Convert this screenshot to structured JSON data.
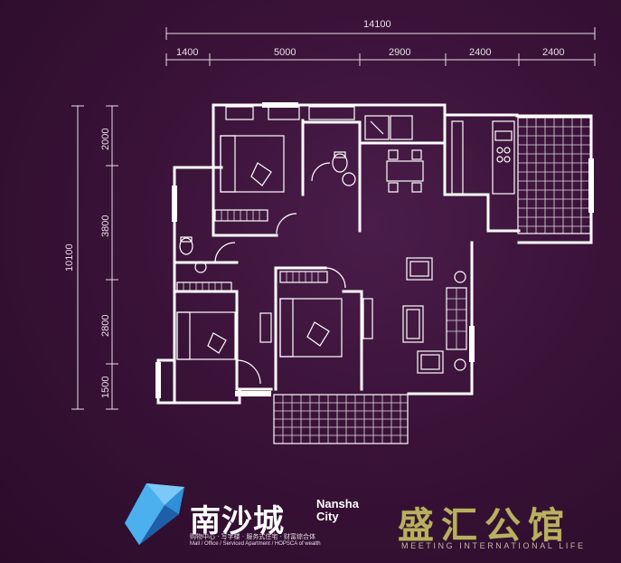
{
  "dimensions": {
    "total_width": "14100",
    "segments_top": [
      "1400",
      "5000",
      "2900",
      "2400",
      "2400"
    ],
    "total_height": "10100",
    "segments_side": [
      "2000",
      "3800",
      "2800",
      "1500"
    ]
  },
  "branding": {
    "name_cn": "南沙城",
    "name_en_line1": "Nansha",
    "name_en_line2": "City",
    "tagline_cn": "购物中心 · 写字楼 · 服务式住宅 · 财富综合体",
    "tagline_en": "Mall / Office / Serviced Apartment / HOPSCA of wealth",
    "project_cn": "盛汇公馆",
    "project_en": "MEETING INTERNATIONAL LIFE"
  },
  "colors": {
    "background": "#3a1238",
    "lines": "#ffffff",
    "gem": "#3aa0e8",
    "project_gold": "#b8b060"
  }
}
